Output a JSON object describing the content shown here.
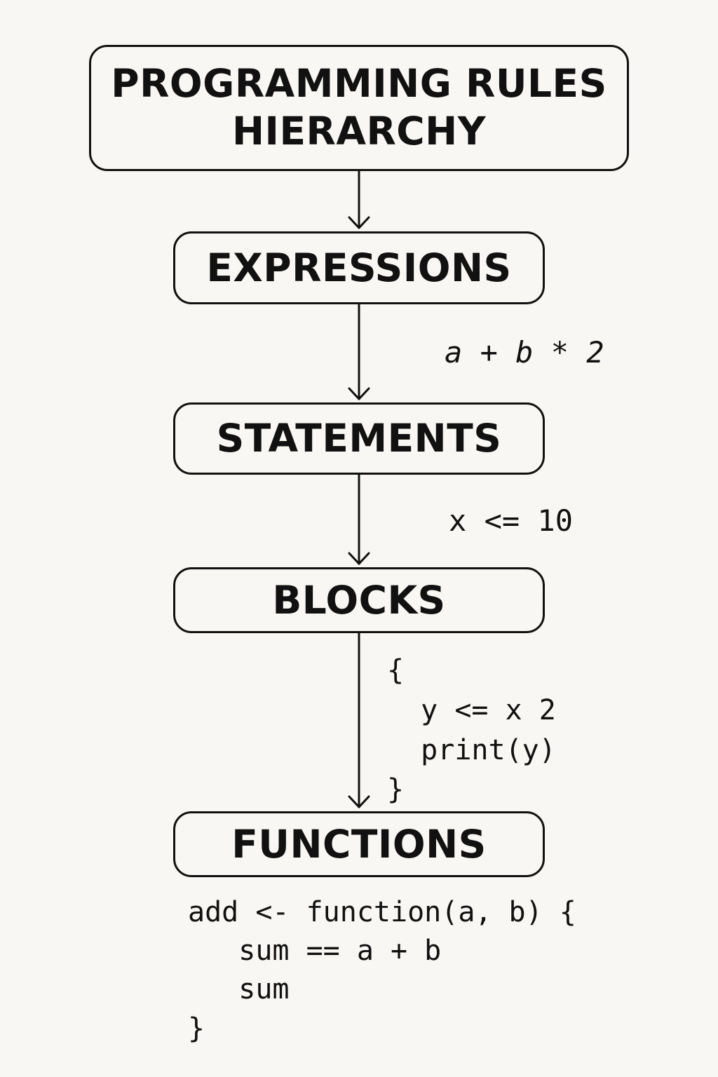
{
  "title": {
    "line1": "PROGRAMMING RULES",
    "line2": "HIERARCHY"
  },
  "levels": [
    {
      "label": "EXPRESSIONS"
    },
    {
      "label": "STATEMENTS"
    },
    {
      "label": "BLOCKS"
    },
    {
      "label": "FUNCTIONS"
    }
  ],
  "examples": {
    "expression": "a + b * 2",
    "statement": "x <= 10",
    "block": "{\n  y <= x 2\n  print(y)\n}",
    "function": "add <- function(a, b) {\n   sum == a + b\n   sum\n}"
  },
  "colors": {
    "background": "#f8f7f3",
    "ink": "#111111"
  }
}
